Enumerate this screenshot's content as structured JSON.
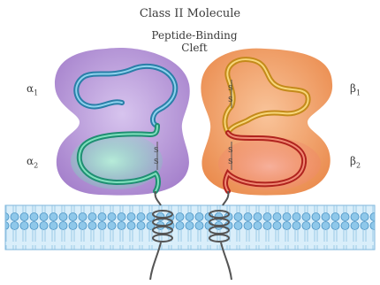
{
  "title": "Class II Molecule",
  "cleft_label_line1": "Peptide-Binding",
  "cleft_label_line2": "Cleft",
  "domains": {
    "alpha1": {
      "symbol": "α",
      "sub": "1"
    },
    "alpha2": {
      "symbol": "α",
      "sub": "2"
    },
    "beta1": {
      "symbol": "β",
      "sub": "1"
    },
    "beta2": {
      "symbol": "β",
      "sub": "2"
    }
  },
  "disulfide_symbol": "S",
  "colors": {
    "alpha_domain": "#b495d3",
    "beta_domain": "#f0a064",
    "alpha1_chain": "#2a7fa8",
    "alpha2_chain": "#1f8f72",
    "beta1_chain": "#e8b23a",
    "beta2_chain": "#c4302a",
    "membrane": "#8fc8ea"
  }
}
